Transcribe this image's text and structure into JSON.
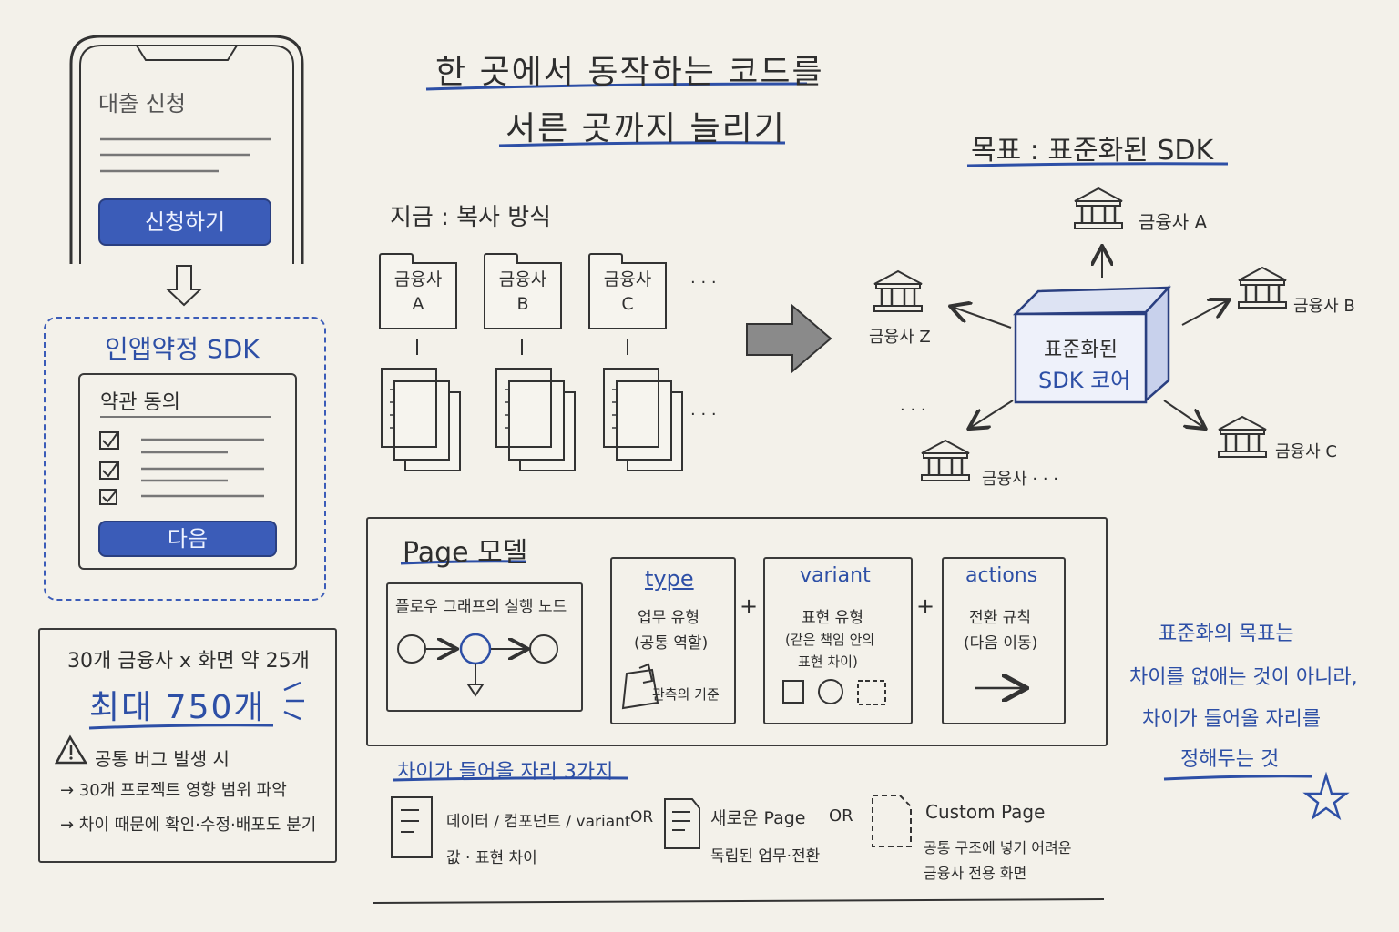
{
  "title": {
    "line1": "한 곳에서 동작하는 코드를",
    "line2": "서른 곳까지 늘리기"
  },
  "phone": {
    "heading": "대출 신청",
    "apply_button": "신청하기"
  },
  "sdk_panel": {
    "title": "인앱약정 SDK",
    "terms_title": "약관 동의",
    "next_button": "다음"
  },
  "stats": {
    "line1": "30개 금융사 x 화면 약 25개",
    "highlight": "최대 750개",
    "warning": "공통 버그 발생 시",
    "bullet1": "→ 30개 프로젝트 영향 범위 파악",
    "bullet2": "→ 차이 때문에 확인·수정·배포도 분기"
  },
  "current": {
    "label": "지금 : 복사 방식",
    "folders": [
      {
        "line1": "금융사",
        "line2": "A"
      },
      {
        "line1": "금융사",
        "line2": "B"
      },
      {
        "line1": "금융사",
        "line2": "C"
      }
    ],
    "ellipsis": "· · ·"
  },
  "goal": {
    "label": "목표 : 표준화된 SDK",
    "core_line1": "표준화된",
    "core_line2": "SDK 코어",
    "institutions": {
      "a": "금융사 A",
      "b": "금융사 B",
      "c": "금융사 C",
      "z": "금융사 Z",
      "etc": "금융사 · · ·"
    },
    "ellipsis": "· · ·"
  },
  "page_model": {
    "title": "Page 모델",
    "flow_title": "플로우 그래프의 실행 노드",
    "type": {
      "title": "type",
      "line1": "업무 유형",
      "line2": "(공통 역할)",
      "note": "관측의 기준"
    },
    "variant": {
      "title": "variant",
      "line1": "표현 유형",
      "line2": "(같은 책임 안의",
      "line3": "표현 차이)"
    },
    "actions": {
      "title": "actions",
      "line1": "전환 규칙",
      "line2": "(다음 이동)"
    },
    "plus": "+"
  },
  "slots": {
    "title": "차이가 들어올 자리 3가지",
    "item1_line1": "데이터 / 컴포넌트 / variant",
    "item1_line2": "값 · 표현 차이",
    "or": "OR",
    "item2_line1": "새로운 Page",
    "item2_line2": "독립된 업무·전환",
    "item3_line1": "Custom Page",
    "item3_line2": "공통 구조에 넣기 어려운",
    "item3_line3": "금융사 전용 화면"
  },
  "quote": {
    "line1": "표준화의 목표는",
    "line2": "차이를 없애는 것이 아니라,",
    "line3": "차이가 들어올 자리를",
    "line4": "정해두는 것"
  },
  "colors": {
    "accent": "#2d4fa6",
    "ink": "#2e2e2e",
    "paper": "#f3f1ea"
  }
}
